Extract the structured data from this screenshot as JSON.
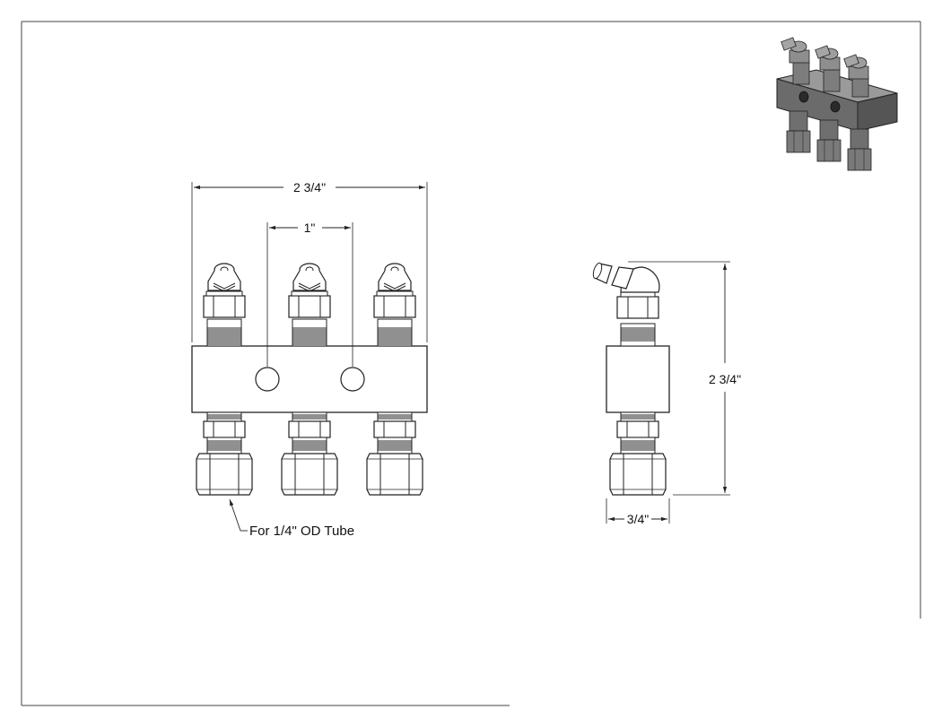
{
  "front_view": {
    "overall_width_dim": "2 3/4\"",
    "spacing_dim": "1\"",
    "tube_callout": "For 1/4\" OD Tube"
  },
  "side_view": {
    "height_dim": "2 3/4\"",
    "depth_dim": "3/4\""
  },
  "colors": {
    "line": "#222222",
    "iso_block": "#6b6b6b",
    "iso_fitting": "#8a8a8a"
  }
}
